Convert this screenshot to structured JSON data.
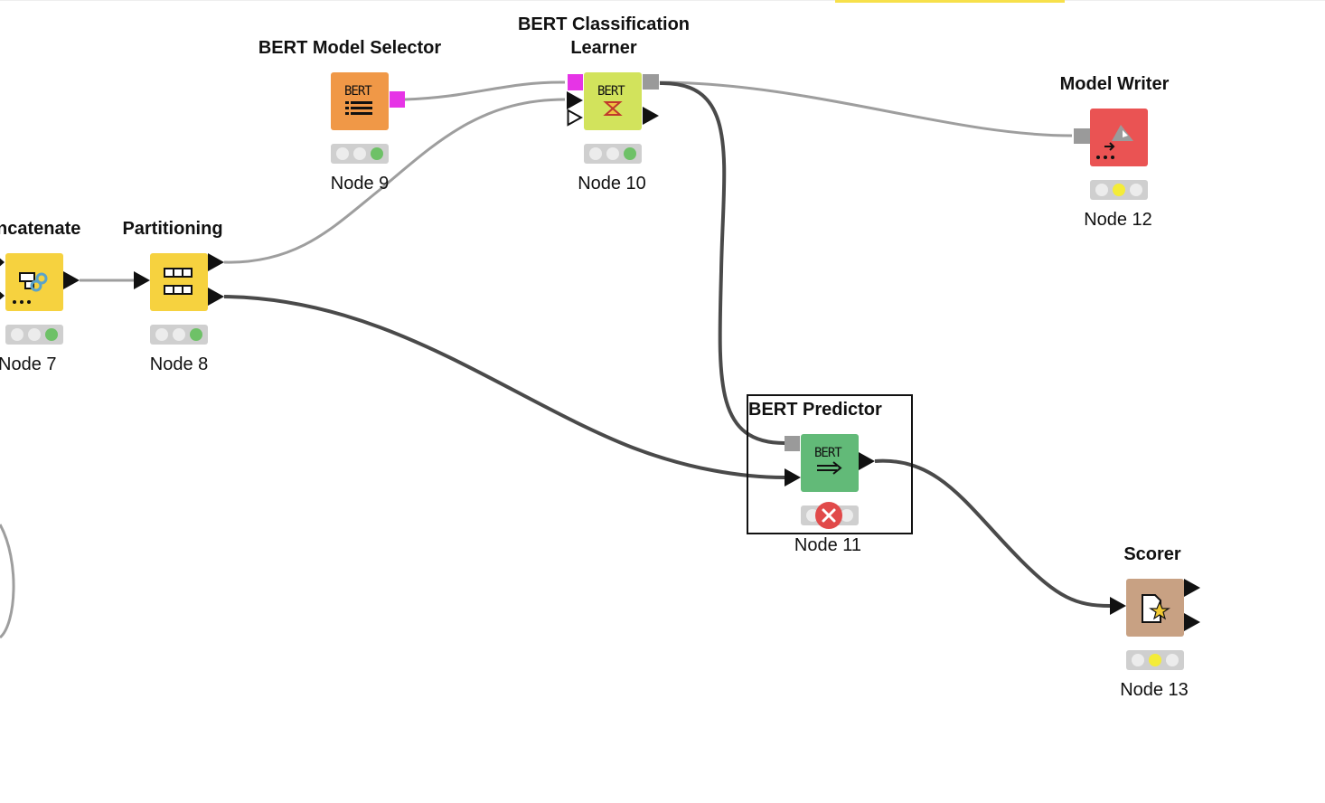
{
  "workflow": {
    "nodes": [
      {
        "id": "node7",
        "title": "ncatenate",
        "label": "Node 7",
        "color": "#f6d23f",
        "status": "executed"
      },
      {
        "id": "node8",
        "title": "Partitioning",
        "label": "Node 8",
        "color": "#f6d23f",
        "status": "executed"
      },
      {
        "id": "node9",
        "title": "BERT Model Selector",
        "label": "Node 9",
        "color": "#f09847",
        "status": "executed",
        "icon_text": "BERT"
      },
      {
        "id": "node10",
        "title_line1": "BERT Classification",
        "title_line2": "Learner",
        "label": "Node 10",
        "color": "#d2e35c",
        "status": "executed",
        "icon_text": "BERT"
      },
      {
        "id": "node11",
        "title": "BERT Predictor",
        "label": "Node 11",
        "color": "#62ba78",
        "status": "error",
        "icon_text": "BERT"
      },
      {
        "id": "node12",
        "title": "Model Writer",
        "label": "Node 12",
        "color": "#ea5353",
        "status": "configured"
      },
      {
        "id": "node13",
        "title": "Scorer",
        "label": "Node 13",
        "color": "#c8a183",
        "status": "configured"
      }
    ],
    "connections": [
      {
        "from": "node7",
        "to": "node8"
      },
      {
        "from": "node8",
        "to": "node10"
      },
      {
        "from": "node8",
        "to": "node11"
      },
      {
        "from": "node9",
        "to": "node10"
      },
      {
        "from": "node10",
        "to": "node11"
      },
      {
        "from": "node10",
        "to": "node12"
      },
      {
        "from": "node11",
        "to": "node13"
      }
    ],
    "selected_node": "node11",
    "colors": {
      "connection_active": "#4a4a4a",
      "connection_idle": "#9e9e9e",
      "port_model": "#9a9a9a",
      "port_bert": "#e634e6",
      "light_green": "#6ec167",
      "light_yellow": "#f4ec38",
      "error": "#e14a4a",
      "highlight_bar": "#f7e04a"
    }
  }
}
